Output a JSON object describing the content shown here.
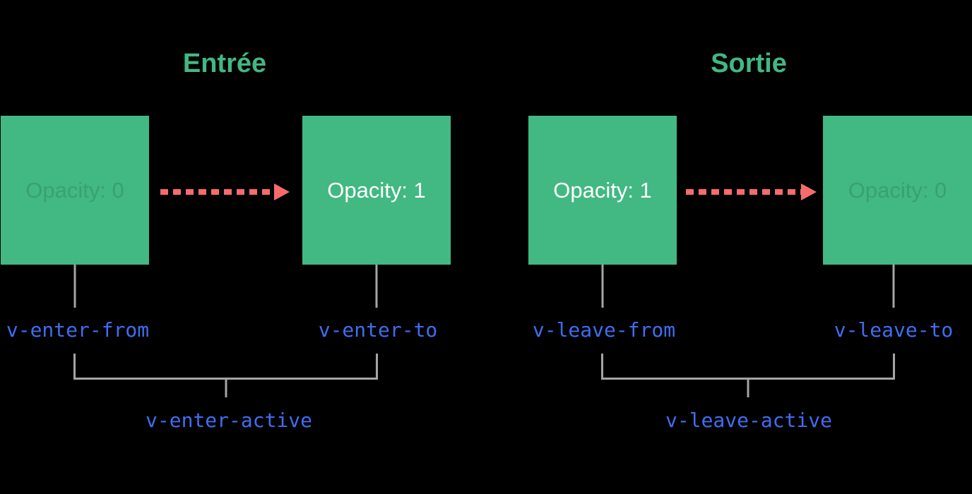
{
  "colors": {
    "green": "#42b883",
    "red": "#f86b6b",
    "blue": "#3f6df2",
    "gray": "#a5a5a5",
    "white": "#ffffff",
    "bg": "#000000"
  },
  "enter": {
    "title": "Entrée",
    "box_from": {
      "text": "Opacity: 0"
    },
    "box_to": {
      "text": "Opacity: 1"
    },
    "label_from": "v-enter-from",
    "label_to": "v-enter-to",
    "label_active": "v-enter-active"
  },
  "leave": {
    "title": "Sortie",
    "box_from": {
      "text": "Opacity: 1"
    },
    "box_to": {
      "text": "Opacity: 0"
    },
    "label_from": "v-leave-from",
    "label_to": "v-leave-to",
    "label_active": "v-leave-active"
  }
}
